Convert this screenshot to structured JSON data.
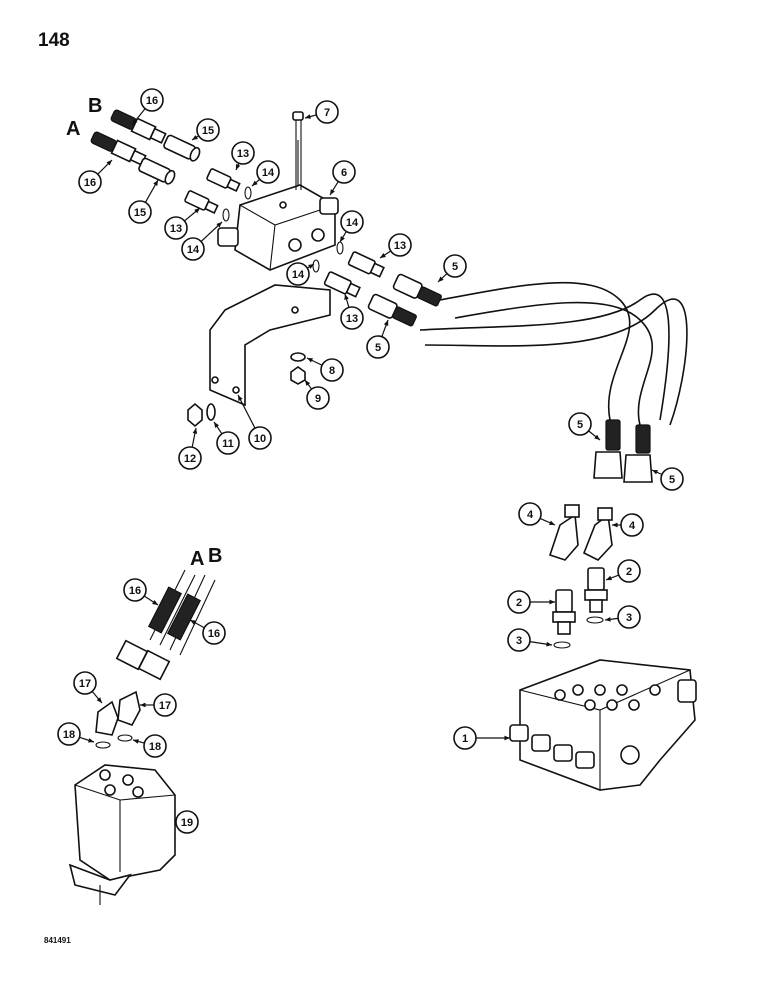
{
  "page_number": "148",
  "figure_code": "841491",
  "port_labels": {
    "top_a": "A",
    "top_b": "B",
    "bottom_a": "A",
    "bottom_b": "B"
  },
  "callouts": [
    "16",
    "16",
    "15",
    "15",
    "13",
    "14",
    "13",
    "14",
    "7",
    "6",
    "14",
    "14",
    "13",
    "13",
    "5",
    "5",
    "8",
    "9",
    "10",
    "11",
    "12",
    "5",
    "5",
    "4",
    "4",
    "2",
    "2",
    "3",
    "3",
    "1",
    "16",
    "16",
    "17",
    "17",
    "18",
    "18",
    "19"
  ]
}
